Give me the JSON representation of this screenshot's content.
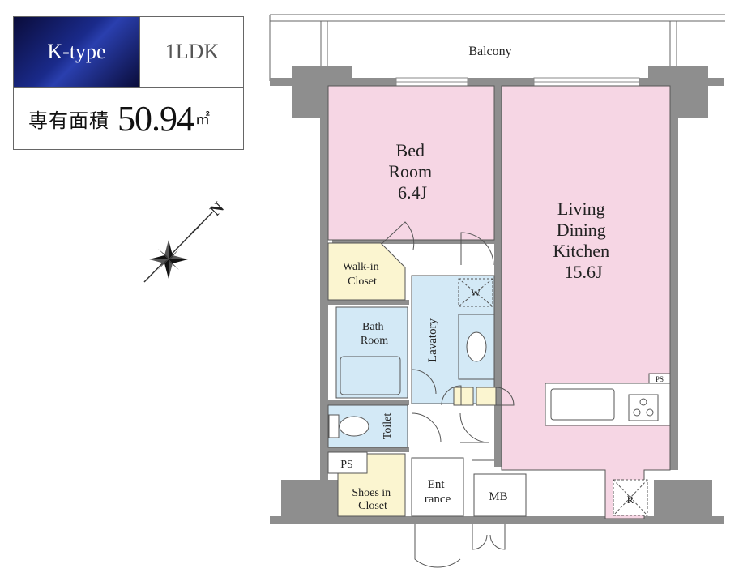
{
  "unit": {
    "type": "K-type",
    "layout": "1LDK",
    "area_label": "専有面積",
    "area_value": "50.94",
    "area_unit": "㎡"
  },
  "compass": {
    "north": "N"
  },
  "rooms": {
    "balcony": "Balcony",
    "bedroom": [
      "Bed",
      "Room",
      "6.4J"
    ],
    "ldk": [
      "Living",
      "Dining",
      "Kitchen",
      "15.6J"
    ],
    "walk_in_closet": [
      "Walk-in",
      "Closet"
    ],
    "bath_room": [
      "Bath",
      "Room"
    ],
    "lavatory": "Lavatory",
    "washer": "W",
    "toilet": "Toilet",
    "ps_top": "PS",
    "ps_bottom": "PS",
    "shoes_closet": [
      "Shoes in",
      "Closet"
    ],
    "entrance": [
      "Ent",
      "rance"
    ],
    "mb": "MB",
    "refrigerator": "R"
  },
  "colors": {
    "pink": "#f6d6e4",
    "yellow": "#fbf5d0",
    "blue": "#d3e9f6",
    "wall": "#8e8e8e"
  }
}
